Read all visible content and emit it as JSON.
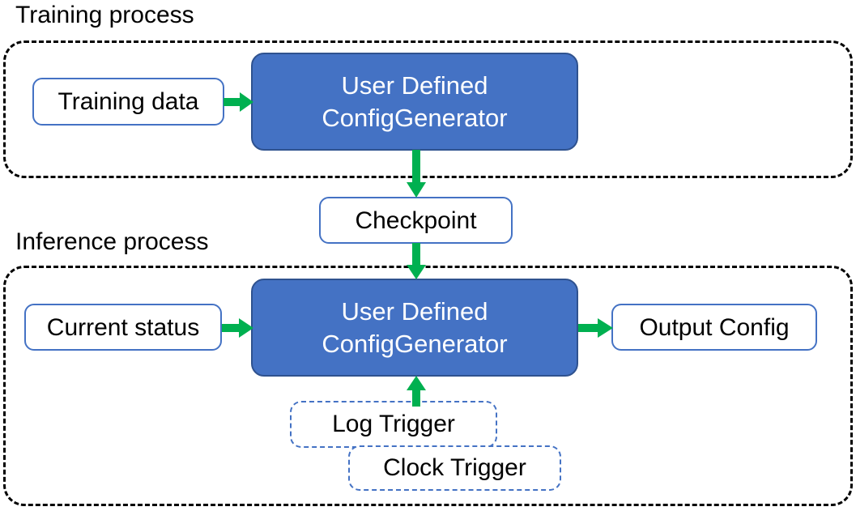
{
  "diagram": {
    "title_training": "Training process",
    "title_inference": "Inference process",
    "colors": {
      "node_fill_blue": "#4472C4",
      "node_border_blue": "#4472C4",
      "node_border_blue_dark": "#2F528F",
      "arrow_green": "#00B050",
      "container_dash": "#000000",
      "text_dark": "#000000",
      "text_light": "#FFFFFF",
      "background": "#FFFFFF"
    },
    "sections": [
      {
        "id": "training",
        "caption": "Training process",
        "style": "dashed-rounded-container"
      },
      {
        "id": "inference",
        "caption": "Inference process",
        "style": "dashed-rounded-container"
      }
    ],
    "nodes": {
      "training_data": {
        "label": "Training data",
        "style": "outlined"
      },
      "generator_training": {
        "line1": "User Defined",
        "line2": "ConfigGenerator",
        "style": "filled-blue"
      },
      "checkpoint": {
        "label": "Checkpoint",
        "style": "outlined"
      },
      "current_status": {
        "label": "Current status",
        "style": "outlined"
      },
      "generator_inference": {
        "line1": "User Defined",
        "line2": "ConfigGenerator",
        "style": "filled-blue"
      },
      "output_config": {
        "label": "Output Config",
        "style": "outlined"
      },
      "log_trigger": {
        "label": "Log Trigger",
        "style": "dashed-outlined"
      },
      "clock_trigger": {
        "label": "Clock Trigger",
        "style": "dashed-outlined"
      }
    },
    "edges": [
      {
        "id": "training-data-to-generator",
        "from": "training_data",
        "to": "generator_training",
        "direction": "right"
      },
      {
        "id": "generator-to-checkpoint",
        "from": "generator_training",
        "to": "checkpoint",
        "direction": "down"
      },
      {
        "id": "checkpoint-to-generator",
        "from": "checkpoint",
        "to": "generator_inference",
        "direction": "down"
      },
      {
        "id": "current-status-to-generator",
        "from": "current_status",
        "to": "generator_inference",
        "direction": "right"
      },
      {
        "id": "generator-to-output",
        "from": "generator_inference",
        "to": "output_config",
        "direction": "right"
      },
      {
        "id": "triggers-to-generator",
        "from": "log_trigger",
        "to": "generator_inference",
        "direction": "up"
      }
    ]
  }
}
